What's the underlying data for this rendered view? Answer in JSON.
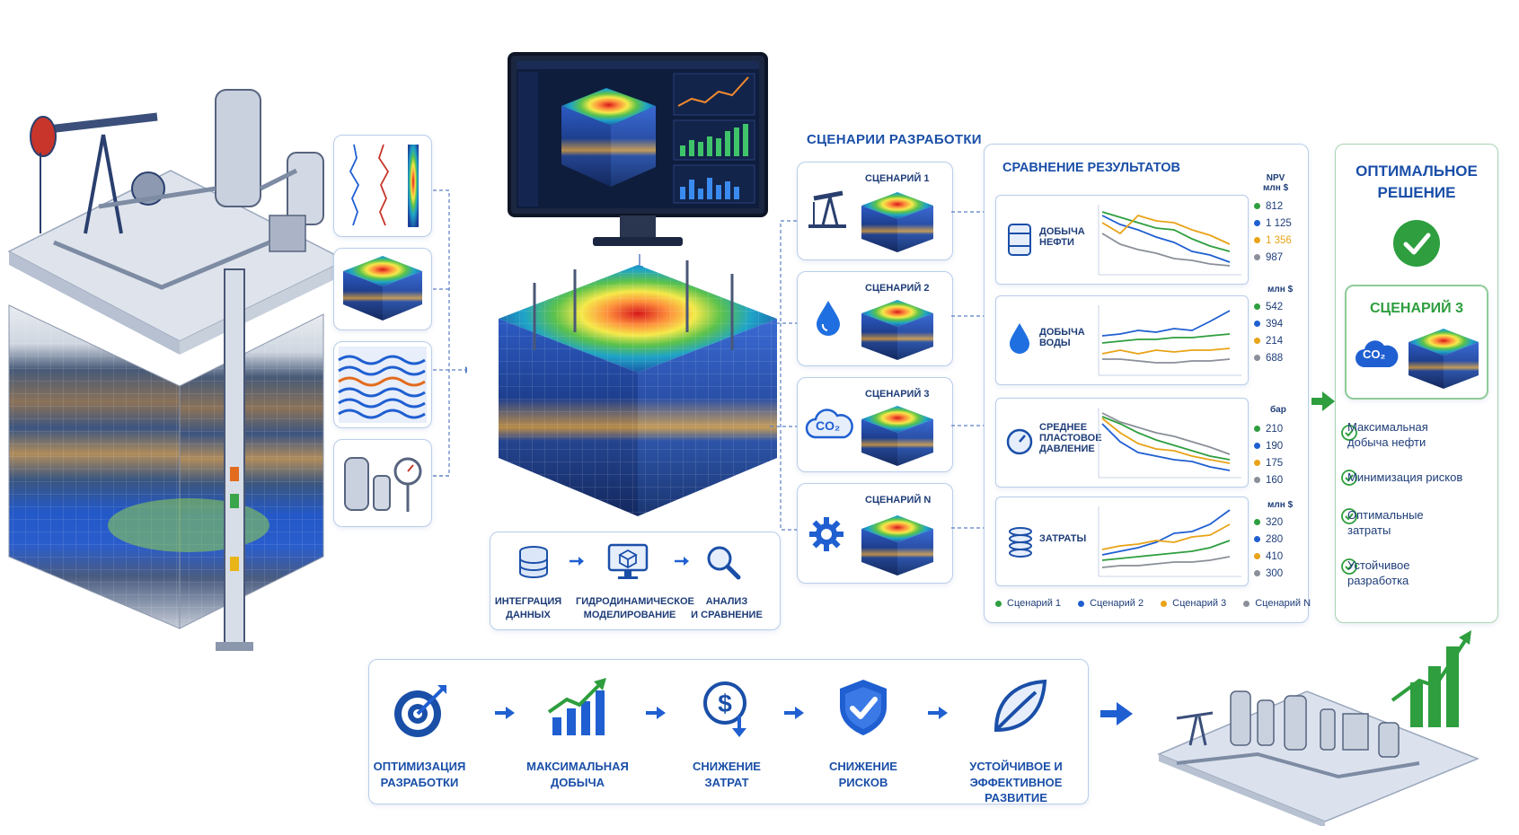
{
  "pipeline": {
    "steps": [
      {
        "label_1": "ИНТЕГРАЦИЯ",
        "label_2": "ДАННЫХ",
        "icon": "database-icon"
      },
      {
        "label_1": "ГИДРОДИНАМИЧЕСКОЕ",
        "label_2": "МОДЕЛИРОВАНИЕ",
        "icon": "monitor-cube-icon"
      },
      {
        "label_1": "АНАЛИЗ",
        "label_2": "И СРАВНЕНИЕ",
        "icon": "magnifier-icon"
      }
    ]
  },
  "scenarios": {
    "title": "СЦЕНАРИИ РАЗРАБОТКИ",
    "items": [
      {
        "label": "СЦЕНАРИЙ 1",
        "icon": "pumpjack-icon"
      },
      {
        "label": "СЦЕНАРИЙ 2",
        "icon": "water-drop-icon"
      },
      {
        "label": "СЦЕНАРИЙ 3",
        "icon": "co2-cloud-icon",
        "co2_text": "CO₂"
      },
      {
        "label": "СЦЕНАРИЙ N",
        "icon": "gear-icon"
      }
    ]
  },
  "comparison": {
    "title": "СРАВНЕНИЕ РЕЗУЛЬТАТОВ",
    "npv_header_1": "NPV",
    "npv_header_2": "млн $",
    "rows": [
      {
        "label_1": "ДОБЫЧА",
        "label_2": "НЕФТИ",
        "icon": "oil-barrel-icon",
        "unit": "",
        "values": [
          "812",
          "1 125",
          "1 356",
          "987"
        ]
      },
      {
        "label_1": "ДОБЫЧА",
        "label_2": "ВОДЫ",
        "icon": "water-drop-icon",
        "unit": "млн $",
        "values": [
          "542",
          "394",
          "214",
          "688"
        ]
      },
      {
        "label_1": "СРЕДНЕЕ",
        "label_2": "ПЛАСТОВОЕ",
        "label_3": "ДАВЛЕНИЕ",
        "icon": "pressure-gauge-icon",
        "unit": "бар",
        "values": [
          "210",
          "190",
          "175",
          "160"
        ]
      },
      {
        "label_1": "ЗАТРАТЫ",
        "label_2": "",
        "icon": "coins-icon",
        "unit": "млн $",
        "values": [
          "320",
          "280",
          "410",
          "300"
        ]
      }
    ],
    "legend": [
      {
        "name": "Сценарий 1",
        "color": "#2e9e3e"
      },
      {
        "name": "Сценарий 2",
        "color": "#1f5fd1"
      },
      {
        "name": "Сценарий 3",
        "color": "#e8a317"
      },
      {
        "name": "Сценарий N",
        "color": "#8a8f99"
      }
    ]
  },
  "optimal": {
    "title_1": "ОПТИМАЛЬНОЕ",
    "title_2": "РЕШЕНИЕ",
    "scenario": "СЦЕНАРИЙ 3",
    "co2_text": "CO₂",
    "benefits": [
      [
        "Максимальная",
        "добыча нефти"
      ],
      [
        "Минимизация рисков",
        ""
      ],
      [
        "Оптимальные",
        "затраты"
      ],
      [
        "Устойчивое",
        "разработка"
      ]
    ]
  },
  "outcomes": [
    {
      "label_1": "ОПТИМИЗАЦИЯ",
      "label_2": "РАЗРАБОТКИ",
      "icon": "target-icon"
    },
    {
      "label_1": "МАКСИМАЛЬНАЯ",
      "label_2": "ДОБЫЧА",
      "icon": "growth-chart-icon"
    },
    {
      "label_1": "СНИЖЕНИЕ",
      "label_2": "ЗАТРАТ",
      "icon": "dollar-down-icon"
    },
    {
      "label_1": "СНИЖЕНИЕ",
      "label_2": "РИСКОВ",
      "icon": "shield-check-icon"
    },
    {
      "label_1": "УСТОЙЧИВОЕ И",
      "label_2": "ЭФФЕКТИВНОЕ РАЗВИТИЕ",
      "icon": "leaf-icon"
    }
  ],
  "colors": {
    "accent": "#1a4fa8",
    "border": "#b9cdea",
    "optimal_green": "#2e9e3e",
    "s1": "#2e9e3e",
    "s2": "#1f5fd1",
    "s3": "#e8a317",
    "sN": "#8a8f99"
  }
}
